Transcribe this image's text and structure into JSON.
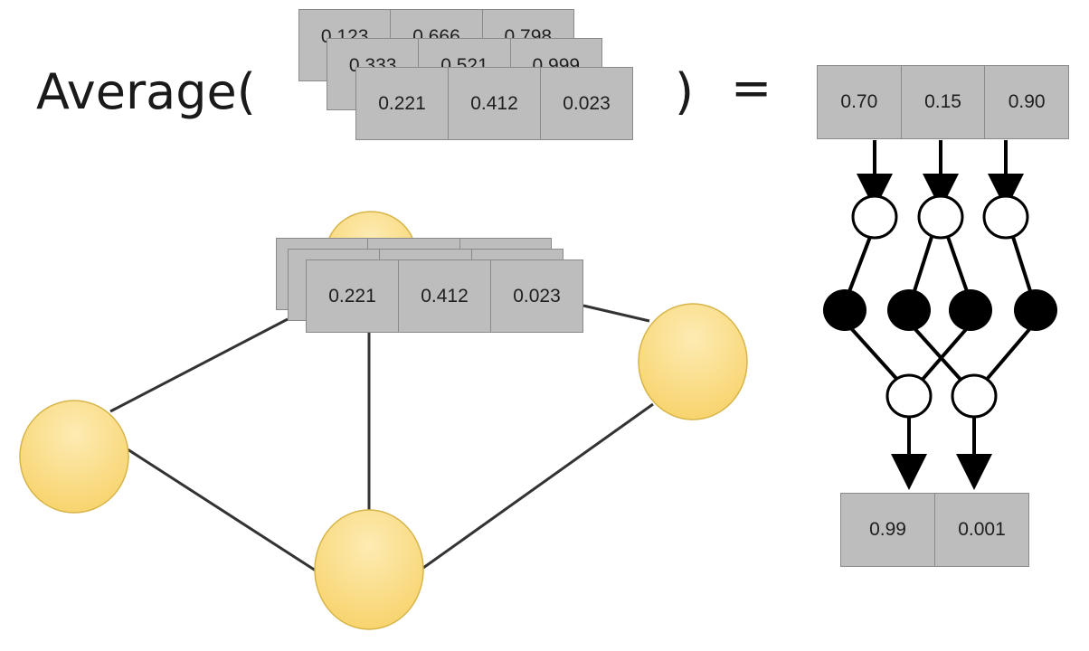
{
  "formula": {
    "function_label": "Average(",
    "close_paren": ")",
    "equals": "="
  },
  "input_stack": {
    "back_values": [
      "0.123",
      "0.666",
      "0.798"
    ],
    "middle_values": [
      "0.333",
      "0.521",
      "0.999"
    ],
    "front_values": [
      "0.221",
      "0.412",
      "0.023"
    ]
  },
  "graph_stack": {
    "front_values": [
      "0.221",
      "0.412",
      "0.023"
    ]
  },
  "averaged_vector": {
    "values": [
      "0.70",
      "0.15",
      "0.90"
    ]
  },
  "output_vector": {
    "values": [
      "0.99",
      "0.001"
    ]
  },
  "colors": {
    "cell_fill": "#bdbdbd",
    "node_fill": "#fbe08a",
    "hidden_neuron": "#000000",
    "edge": "#333333"
  }
}
